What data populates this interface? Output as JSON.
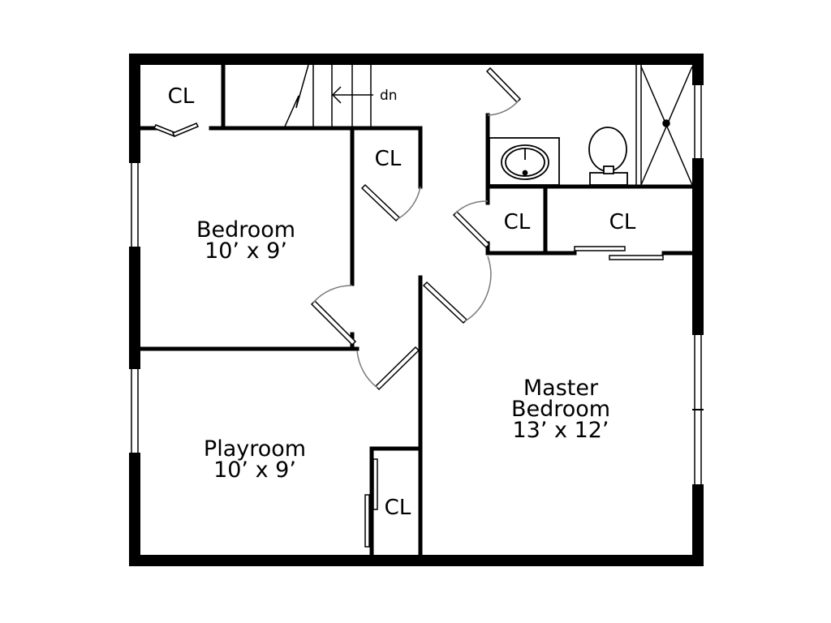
{
  "floor_plan": {
    "colors": {
      "wall": "#000000",
      "swing": "#7a7a7a",
      "background": "#ffffff"
    },
    "stairs": {
      "direction_label": "dn"
    },
    "rooms": {
      "bedroom": {
        "name": "Bedroom",
        "dimensions": "10’ x 9’"
      },
      "playroom": {
        "name": "Playroom",
        "dimensions": "10’ x 9’"
      },
      "master_bedroom": {
        "name_line1": "Master",
        "name_line2": "Bedroom",
        "dimensions": "13’ x 12’"
      }
    },
    "closets": {
      "top_left": "CL",
      "bedroom": "CL",
      "bath_hall": "CL",
      "master": "CL",
      "playroom": "CL"
    },
    "fixtures": [
      "sink-icon",
      "toilet-icon",
      "shower-icon"
    ]
  }
}
